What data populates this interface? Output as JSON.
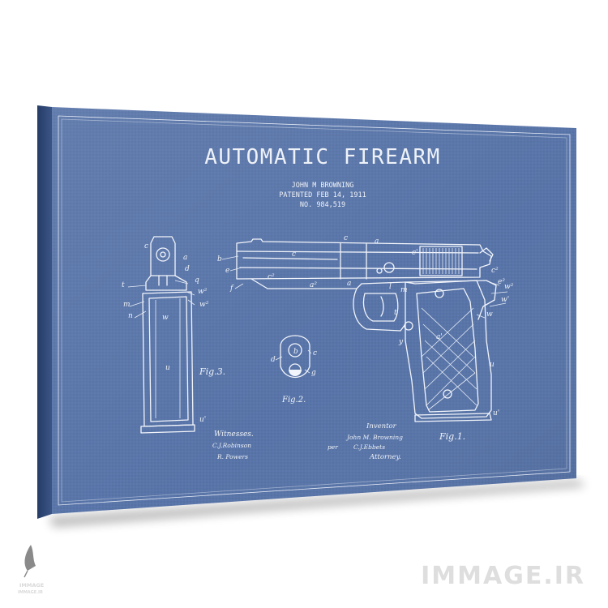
{
  "print": {
    "title": "AUTOMATIC FIREARM",
    "inventor_name": "JOHN M BROWNING",
    "patent_date": "PATENTED FEB 14, 1911",
    "patent_number": "NO. 984,519",
    "fig1_label": "Fig.1.",
    "fig2_label": "Fig.2.",
    "fig3_label": "Fig.3.",
    "witnesses_label": "Witnesses.",
    "inventor_label": "Inventor",
    "attorney_label": "Attorney.",
    "per_label": "per",
    "sig_witness_1": "C.J.Robinson",
    "sig_witness_2": "R. Powers",
    "sig_inventor": "John M. Browning",
    "sig_attorney": "C.J.Ebbets"
  },
  "watermark": {
    "brand": "IMMAGE.IR",
    "logo_text_1": "IMMAGE",
    "logo_text_2": "IMMAGE.IR"
  },
  "colors": {
    "blueprint": "#5874a8",
    "canvas_edge": "#2e4777",
    "line": "#f2f5fb"
  }
}
